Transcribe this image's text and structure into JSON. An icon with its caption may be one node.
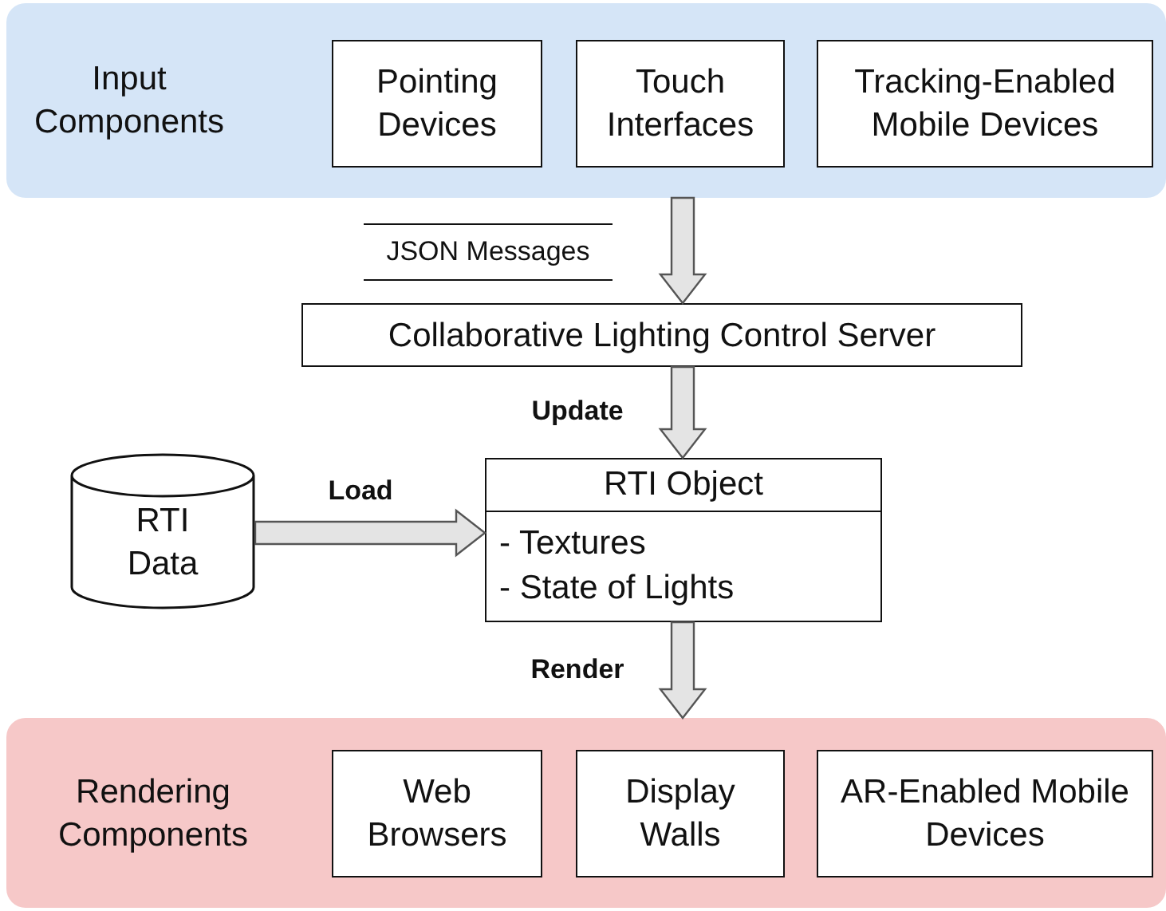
{
  "diagram": {
    "nodes": [
      {
        "text": [
          "Input Components"
        ]
      },
      {
        "text": [
          "Pointing Devices"
        ],
        "in": 0
      },
      {
        "text": [
          "Touch Interfaces"
        ],
        "in": 0
      },
      {
        "text": [
          "Tracking-Enabled Mobile Devices"
        ],
        "in": 0
      },
      {
        "text": [
          "Collaborative Lighting Control Server"
        ]
      },
      {
        "text": [
          "RTI Data"
        ]
      },
      {
        "text": [
          "RTI Object",
          "- Textures",
          "- State of Lights"
        ]
      },
      {
        "text": [
          "Rendering Components"
        ]
      },
      {
        "text": [
          "Web Browsers"
        ],
        "in": 7
      },
      {
        "text": [
          "Display Walls"
        ],
        "in": 7
      },
      {
        "text": [
          "AR-Enabled Mobile Devices"
        ],
        "in": 7
      }
    ],
    "edges": [
      {
        "from": 0,
        "to": 4,
        "arrow": "to",
        "label": "JSON Messages"
      },
      {
        "from": 4,
        "to": 6,
        "arrow": "to",
        "label": "Update"
      },
      {
        "from": 5,
        "to": 6,
        "arrow": "to",
        "label": "Load"
      },
      {
        "from": 6,
        "to": 7,
        "arrow": "to",
        "label": "Render"
      }
    ]
  }
}
